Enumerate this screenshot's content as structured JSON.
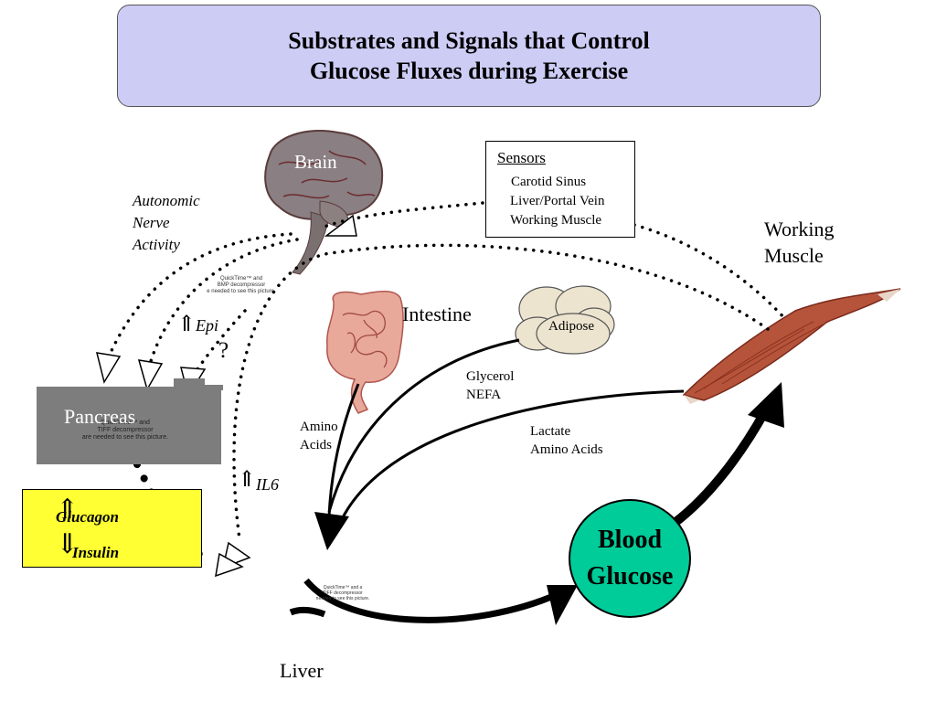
{
  "title": {
    "line1": "Substrates and Signals that Control",
    "line2": "Glucose Fluxes during Exercise"
  },
  "organs": {
    "brain": "Brain",
    "intestine": "Intestine",
    "adipose": "Adipose",
    "working_muscle_line1": "Working",
    "working_muscle_line2": "Muscle",
    "pancreas": "Pancreas",
    "liver": "Liver",
    "blood_glucose_line1": "Blood",
    "blood_glucose_line2": "Glucose"
  },
  "sensors": {
    "header": "Sensors",
    "items": [
      "Carotid Sinus",
      "Liver/Portal Vein",
      "Working Muscle"
    ]
  },
  "signals": {
    "autonomic_line1": "Autonomic",
    "autonomic_line2": "Nerve",
    "autonomic_line3": "Activity",
    "epi_arrow": "⇑",
    "epi": "Epi",
    "question": "?",
    "il6_arrow": "⇑",
    "il6": "IL6"
  },
  "hormones": {
    "glucagon_arrow": "⇑",
    "glucagon": "Glucagon",
    "insulin_arrow": "⇓",
    "insulin": "Insulin"
  },
  "fluxes": {
    "glycerol": "Glycerol",
    "nefa": "NEFA",
    "amino_line1": "Amino",
    "amino_line2": "Acids",
    "lactate": "Lactate",
    "lactate_amino": "Amino Acids"
  },
  "placeholders": {
    "brain_ph_line1": "QuickTime™ and",
    "brain_ph_line2": "BMP decompressor",
    "brain_ph_line3": "e needed to see this picture.",
    "pancreas_ph_line1": "QuickTime™ and",
    "pancreas_ph_line2": "TIFF decompressor",
    "pancreas_ph_line3": "are needed to see this picture.",
    "liver_ph_line1": "QuickTime™ and a",
    "liver_ph_line2": "TIFF decompressor",
    "liver_ph_line3": "needed to see this picture."
  },
  "colors": {
    "title_bg": "#ccccf5",
    "pancreas_bg": "#7d7d7d",
    "hormone_bg": "#ffff33",
    "blood_glucose_bg": "#00cc99",
    "muscle": "#b5543a",
    "brain": "#8a7f82",
    "intestine": "#e8a99a",
    "adipose": "#ece4cf"
  }
}
